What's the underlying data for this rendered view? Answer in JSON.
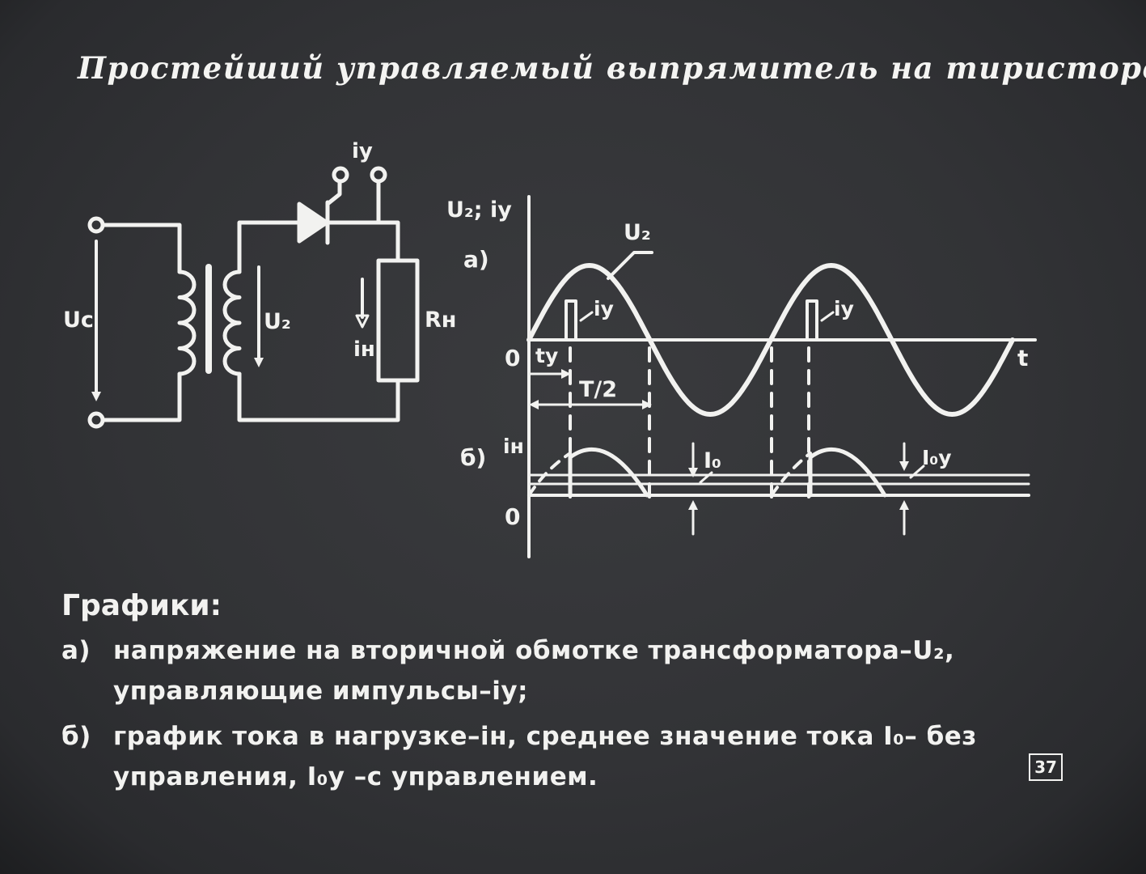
{
  "title": "Простейший управляемый выпрямитель на тиристоре",
  "circuit": {
    "label_uc": "Uс",
    "label_u2": "U₂",
    "label_iy": "iу",
    "label_in": "iн",
    "label_rn": "Rн"
  },
  "graph": {
    "y_axis_label": "U₂; iу",
    "panel_a_label": "а)",
    "panel_b_label": "б)",
    "curve_u2_label": "U₂",
    "pulse_label": "iу",
    "zero_label": "0",
    "t_label": "t",
    "ty_label": "tу",
    "half_period_label": "T/2",
    "in_label": "iн",
    "i0_label": "I₀",
    "i0y_label": "I₀у"
  },
  "caption": {
    "heading": "Графики:",
    "items": [
      {
        "marker": "а)",
        "text": "напряжение на вторичной обмотке трансформатора–U₂, управляющие импульсы–iу;"
      },
      {
        "marker": "б)",
        "text": "график тока в нагрузке–iн, среднее значение тока I₀– без управления, I₀у –с управлением."
      }
    ]
  },
  "slide_number": "37",
  "colors": {
    "background": "#323336",
    "ink": "#f2f2f0"
  }
}
